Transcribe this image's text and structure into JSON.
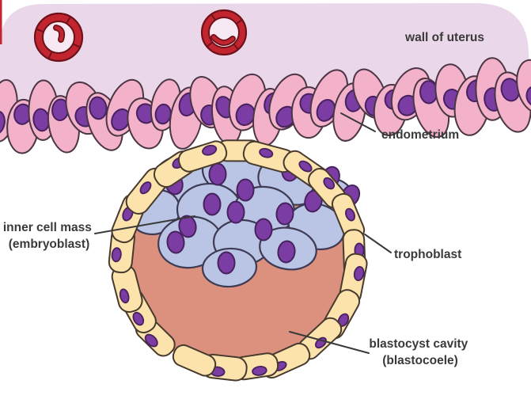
{
  "figure": {
    "title_hidden": "",
    "labels": {
      "wall_of_uterus": "wall of uterus",
      "endometrium": "endometrium",
      "inner_cell_mass_line1": "inner cell mass",
      "inner_cell_mass_line2": "(embryoblast)",
      "trophoblast": "trophoblast",
      "blastocyst_cavity_line1": "blastocyst cavity",
      "blastocyst_cavity_line2": "(blastocoele)"
    },
    "colors": {
      "background": "#ffffff",
      "uterus_wall_band": "#ead7e9",
      "endometrium_cell": "#f3b1ca",
      "endometrium_outline": "#4a3644",
      "nucleus": "#7b3da3",
      "nucleus_outline": "#47225e",
      "trophoblast_cell": "#fce2ab",
      "trophoblast_outline": "#473a2e",
      "icm_cell": "#bac4e4",
      "icm_outline": "#3e3b54",
      "blastocyst_cavity": "#dc917f",
      "vessel_red": "#c32530",
      "vessel_dark": "#6e1219",
      "vessel_inner": "#f6e9f3",
      "label_text": "#3a3a3a",
      "pointer_line": "#3a3a3a"
    }
  }
}
